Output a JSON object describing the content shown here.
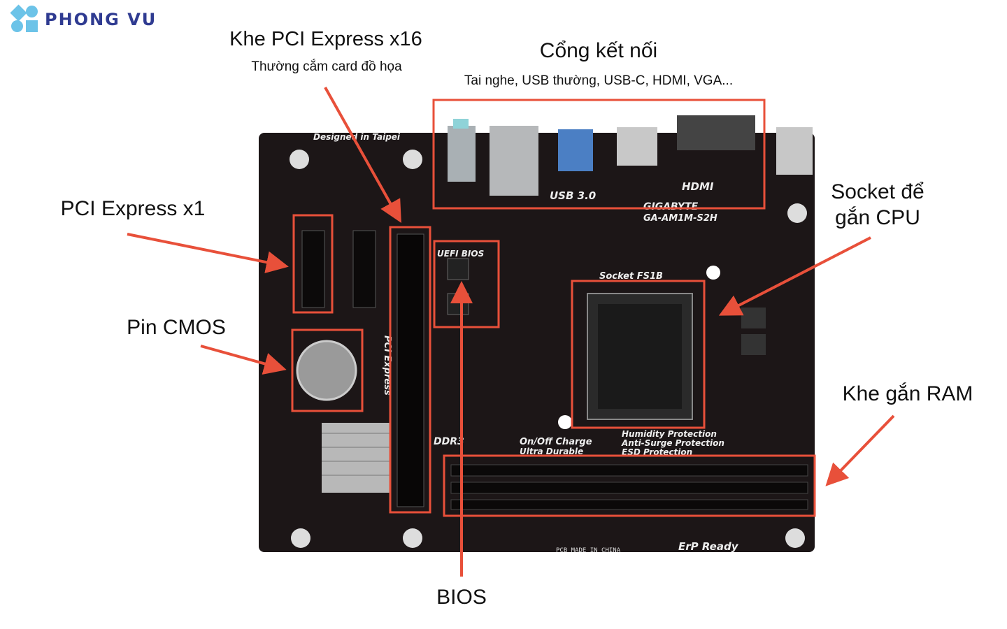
{
  "logo": {
    "text": "PHONG VU",
    "brand_color": "#2f3b91",
    "mark_color": "#6cc3e8"
  },
  "labels": {
    "pcie_x16": {
      "title": "Khe PCI Express x16",
      "subtitle": "Thường cắm card đồ họa"
    },
    "ports": {
      "title": "Cổng kết nối",
      "subtitle": "Tai nghe, USB thường, USB-C, HDMI, VGA..."
    },
    "pcie_x1": {
      "title": "PCI Express x1"
    },
    "cmos": {
      "title": "Pin CMOS"
    },
    "cpu_socket": {
      "title_line1": "Socket để",
      "title_line2": "gắn CPU"
    },
    "ram": {
      "title": "Khe gắn RAM"
    },
    "bios": {
      "title": "BIOS"
    }
  },
  "board_text": {
    "designed": "Designed in Taipei",
    "usb3": "USB 3.0",
    "hdmi": "HDMI",
    "brand": "GIGABYTE",
    "model": "GA-AM1M-S2H",
    "uefi": "UEFI BIOS",
    "socket": "Socket FS1B",
    "pci": "PCI Express",
    "ddr": "DDR3",
    "features": [
      "Humidity Protection",
      "Anti-Surge Protection",
      "ESD Protection"
    ],
    "charge": [
      "On/Off Charge",
      "Ultra Durable"
    ],
    "erp": "ErP Ready",
    "made": "PCB MADE IN CHINA"
  },
  "colors": {
    "highlight": "#e8503a",
    "board": "#1c1617"
  }
}
